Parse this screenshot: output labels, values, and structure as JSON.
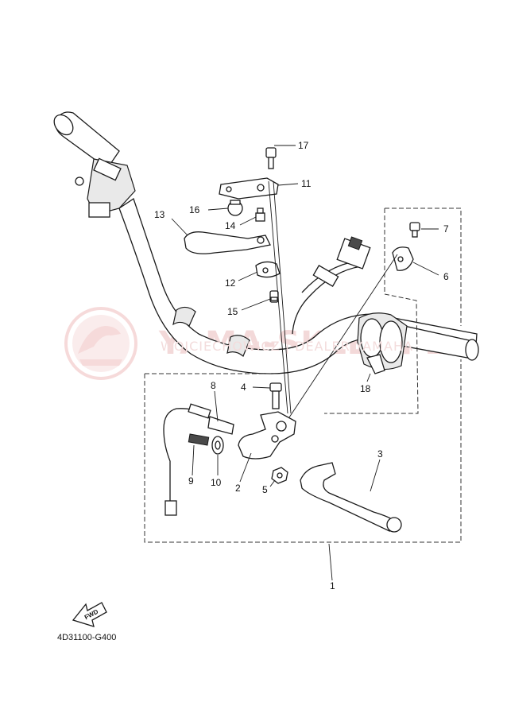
{
  "diagram": {
    "code": "4D31100-G400",
    "watermark": {
      "main": "YAMA-SKLEP.PL",
      "sub": "WOJCIECHOWICZ | DEALER YAMAHA"
    },
    "fwd_label": "FWD",
    "callouts": [
      {
        "id": "c1",
        "label": "1"
      },
      {
        "id": "c2",
        "label": "2"
      },
      {
        "id": "c3",
        "label": "3"
      },
      {
        "id": "c4",
        "label": "4"
      },
      {
        "id": "c5",
        "label": "5"
      },
      {
        "id": "c6",
        "label": "6"
      },
      {
        "id": "c7",
        "label": "7"
      },
      {
        "id": "c8",
        "label": "8"
      },
      {
        "id": "c9",
        "label": "9"
      },
      {
        "id": "c10",
        "label": "10"
      },
      {
        "id": "c11",
        "label": "11"
      },
      {
        "id": "c12",
        "label": "12"
      },
      {
        "id": "c13",
        "label": "13"
      },
      {
        "id": "c14",
        "label": "14"
      },
      {
        "id": "c15",
        "label": "15"
      },
      {
        "id": "c16",
        "label": "16"
      },
      {
        "id": "c17",
        "label": "17"
      },
      {
        "id": "c18",
        "label": "18"
      }
    ]
  }
}
